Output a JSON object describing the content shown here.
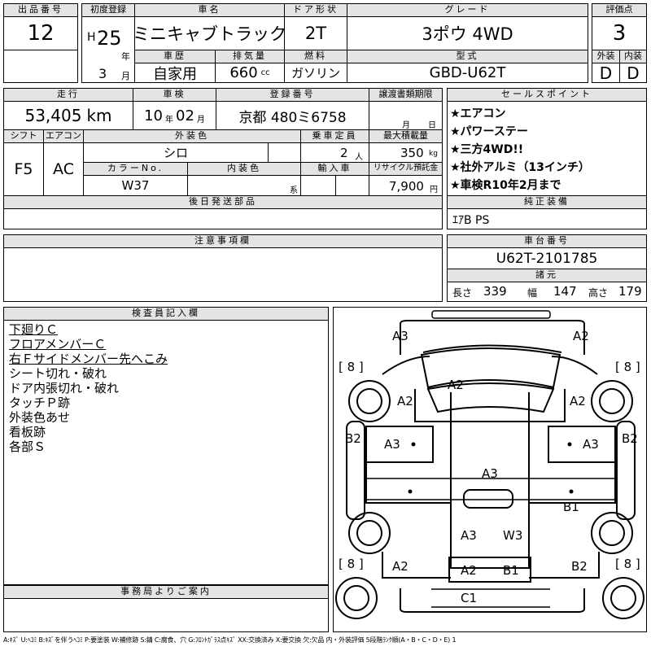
{
  "header": {
    "lot_label": "出品番号",
    "lot": "12",
    "reg_label": "初度登録",
    "era": "H",
    "year": "25",
    "year_unit": "年",
    "month": "3",
    "month_unit": "月",
    "name_label": "車名",
    "name": "ミニキャブトラック",
    "door_label": "ドア形状",
    "door": "2T",
    "grade_label": "グレード",
    "grade": "3ポウ 4WD",
    "score_label": "評価点",
    "score": "3",
    "history_label": "車歴",
    "history": "自家用",
    "cc_label": "排気量",
    "cc": "660",
    "cc_unit": "cc",
    "fuel_label": "燃料",
    "fuel": "ガソリン",
    "model_label": "型式",
    "model": "GBD-U62T",
    "ext_label": "外装",
    "ext": "D",
    "int_label": "内装",
    "int": "D"
  },
  "row2": {
    "mileage_label": "走行",
    "mileage": "53,405",
    "mileage_unit": "km",
    "inspection_label": "車検",
    "insp_year": "10",
    "insp_y": "年",
    "insp_month": "02",
    "insp_m": "月",
    "plate_label": "登録番号",
    "plate": "京都 480ミ6758",
    "transfer_label": "譲渡書類期限",
    "transfer_m": "月",
    "transfer_d": "日",
    "shift_label": "シフト",
    "shift": "F5",
    "ac_label": "エアコン",
    "ac": "AC",
    "color_label": "外装色",
    "color": "シロ",
    "capacity_label": "乗車定員",
    "capacity": "2",
    "capacity_unit": "人",
    "load_label": "最大積載量",
    "load": "350",
    "load_unit": "kg",
    "colorno_label": "カラーNo.",
    "colorno": "W37",
    "intcolor_label": "内装色",
    "intcolor_unit": "系",
    "import_label": "輸入車",
    "recycle_label": "リサイクル預託金",
    "recycle": "7,900",
    "recycle_unit": "円",
    "later_label": "後日発送部品",
    "sales_label": "セールスポイント",
    "sales": [
      "★エアコン",
      "★パワーステー",
      "★三方4WD!!",
      "★社外アルミ（13インチ）",
      "★車検R10年2月まで"
    ],
    "equip_label": "純正装備",
    "equip": "ｴｱB PS"
  },
  "notes": {
    "label": "注意事項欄"
  },
  "chassis": {
    "label": "車台番号",
    "value": "U62T-2101785",
    "dims_label": "諸元",
    "len_label": "長さ",
    "len": "339",
    "wid_label": "幅",
    "wid": "147",
    "hei_label": "高さ",
    "hei": "179"
  },
  "inspector": {
    "label": "検査員記入欄",
    "lines": [
      "下廻りＣ",
      "フロアメンバーＣ",
      "右Ｆサイドメンバー先へこみ",
      "シート切れ・破れ",
      "ドア内張切れ・破れ",
      "タッチＰ跡",
      "外装色あせ",
      "看板跡",
      "各部Ｓ"
    ],
    "underlined": [
      true,
      true,
      true,
      false,
      false,
      false,
      false,
      false,
      false
    ]
  },
  "office": {
    "label": "事務局よりご案内"
  },
  "diagram": {
    "marks": [
      "A3",
      "A2",
      "A2",
      "A2",
      "A2",
      "B2",
      "A3",
      "A3",
      "B2",
      "A3",
      "B1",
      "A3",
      "W3",
      "A2",
      "B2",
      "A2",
      "B1",
      "C1"
    ],
    "tire": "[ 8 ]"
  },
  "legend": "A:ｷｽﾞ U:ﾍｺﾐ B:ｷｽﾞを伴うﾍｺﾐ P:要塗装 W:補修跡 S:錆 C:腐食、穴 G:ﾌﾛﾝﾄｶﾞﾗｽ点ｷｽﾞ XX:交換済み X:要交換 欠:欠品 内・外装評価 5段階ﾗﾝｸ順(A・B・C・D・E) 1"
}
